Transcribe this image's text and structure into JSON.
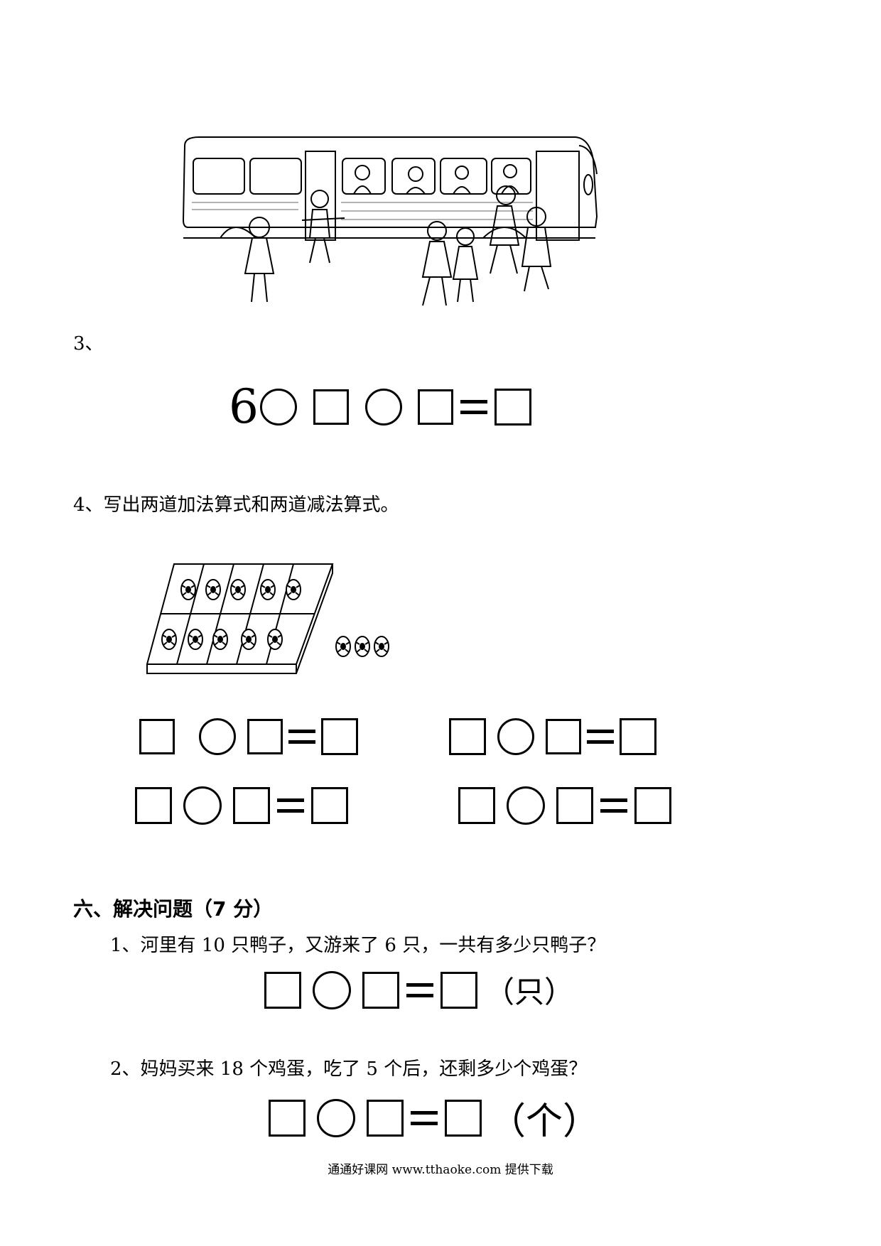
{
  "q3": {
    "number": "3、",
    "start_number": "6"
  },
  "q4": {
    "prompt": "4、写出两道加法算式和两道减法算式。"
  },
  "section6": {
    "heading": "六、解决问题（7 分）",
    "problems": [
      {
        "text": "1、河里有 10 只鸭子，又游来了 6 只，一共有多少只鸭子？",
        "unit": "（只）"
      },
      {
        "text": "2、妈妈买来 18 个鸡蛋，吃了 5 个后，还剩多少个鸡蛋？",
        "unit": "（个）"
      }
    ]
  },
  "footer": {
    "text": "通通好课网 www.tthaoke.com 提供下载"
  }
}
